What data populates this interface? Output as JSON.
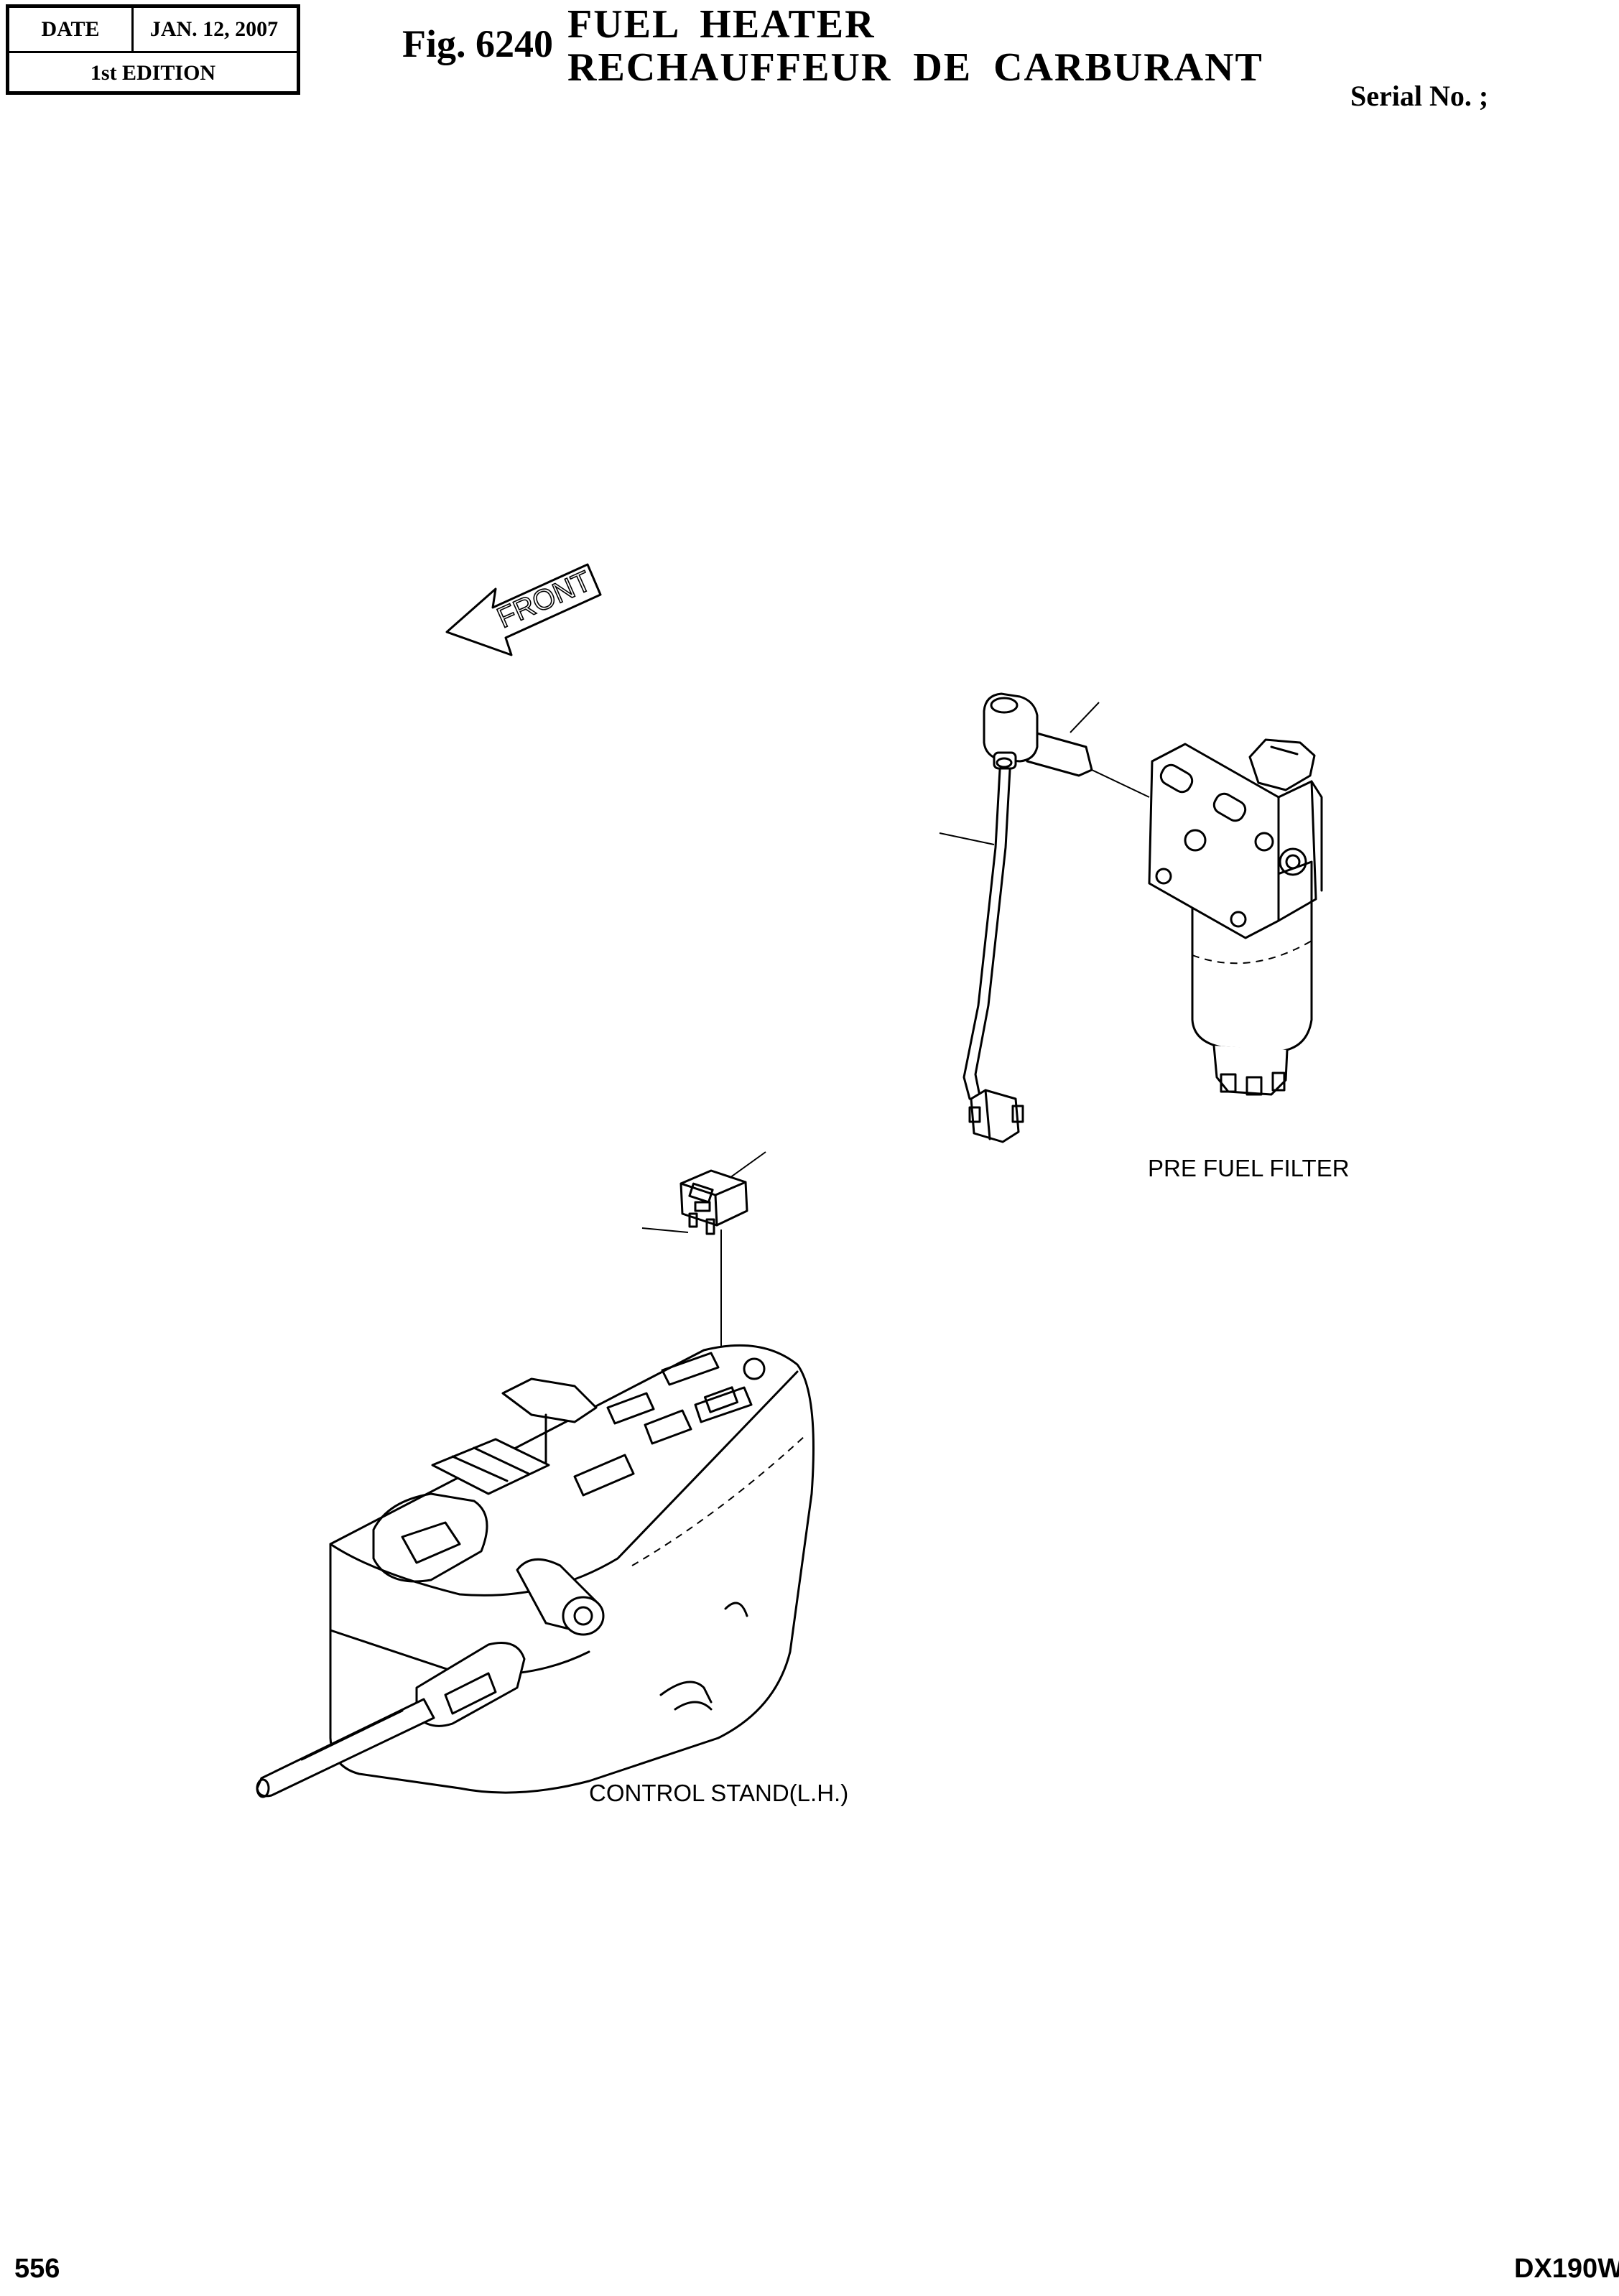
{
  "header": {
    "date_label": "DATE",
    "date_value": "JAN. 12, 2007",
    "edition": "1st EDITION",
    "fig_label": "Fig. 6240",
    "title_en": "FUEL  HEATER",
    "title_fr": "RECHAUFFEUR  DE  CARBURANT",
    "serial_label": "Serial No. ;"
  },
  "diagram": {
    "front_label": "FRONT",
    "pre_fuel_filter_caption": "PRE FUEL FILTER",
    "control_stand_caption": "CONTROL STAND(L.H.)"
  },
  "footer": {
    "page_number": "556",
    "model": "DX190W"
  }
}
